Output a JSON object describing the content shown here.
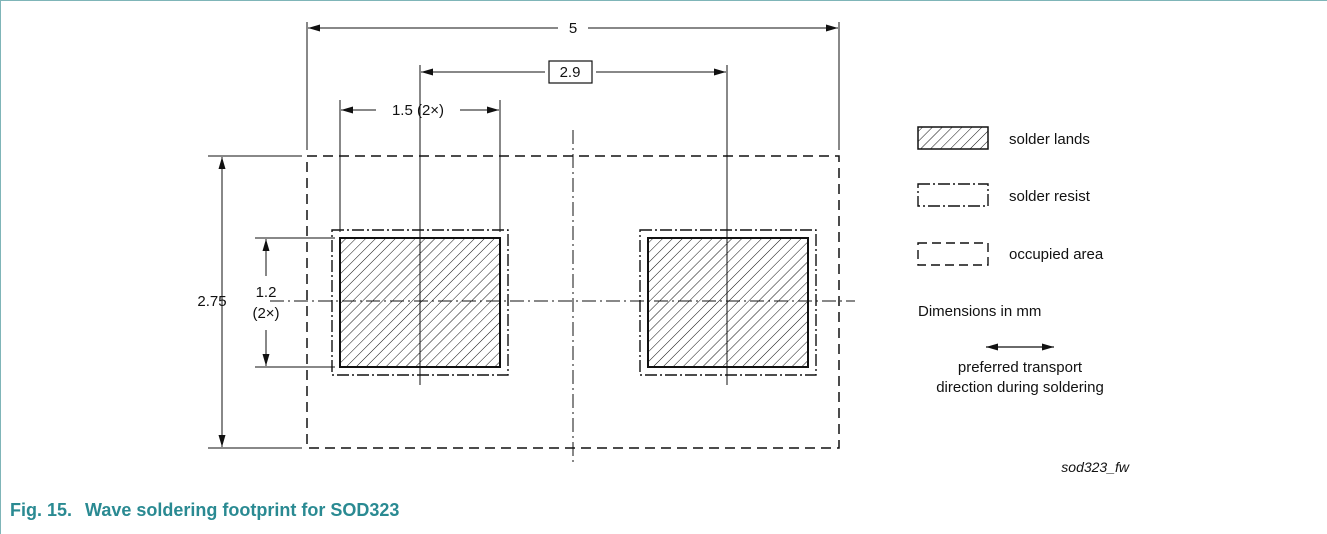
{
  "dimensions": {
    "overall_width": "5",
    "pitch": "2.9",
    "land_width": "1.5 (2×)",
    "overall_height": "2.75",
    "land_height_value": "1.2",
    "land_height_count": "(2×)"
  },
  "legend": {
    "solder_lands": "solder lands",
    "solder_resist": "solder resist",
    "occupied_area": "occupied area",
    "units": "Dimensions in mm",
    "transport_line1": "preferred transport",
    "transport_line2": "direction during soldering"
  },
  "drawing_id": "sod323_fw",
  "caption": {
    "number": "Fig. 15.",
    "title": "Wave soldering footprint for SOD323"
  },
  "colors": {
    "caption": "#2a8a92",
    "frame": "#7fb5b8",
    "ink": "#111111"
  }
}
